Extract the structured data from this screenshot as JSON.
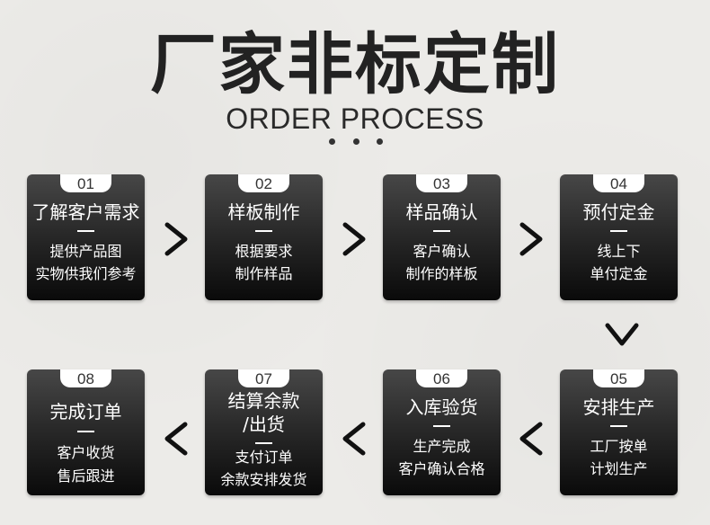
{
  "header": {
    "title": "厂家非标定制",
    "subtitle": "ORDER PROCESS"
  },
  "steps": [
    {
      "num": "01",
      "title": "了解客户需求",
      "desc1": "提供产品图",
      "desc2": "实物供我们参考"
    },
    {
      "num": "02",
      "title": "样板制作",
      "desc1": "根据要求",
      "desc2": "制作样品"
    },
    {
      "num": "03",
      "title": "样品确认",
      "desc1": "客户确认",
      "desc2": "制作的样板"
    },
    {
      "num": "04",
      "title": "预付定金",
      "desc1": "线上下",
      "desc2": "单付定金"
    },
    {
      "num": "05",
      "title": "安排生产",
      "desc1": "工厂按单",
      "desc2": "计划生产"
    },
    {
      "num": "06",
      "title": "入库验货",
      "desc1": "生产完成",
      "desc2": "客户确认合格"
    },
    {
      "num": "07",
      "title_line1": "结算余款",
      "title_line2": "/出货",
      "desc1": "支付订单",
      "desc2": "余款安排发货"
    },
    {
      "num": "08",
      "title": "完成订单",
      "desc1": "客户收货",
      "desc2": "售后跟进"
    }
  ],
  "arrows": [
    "chevron-right-icon",
    "chevron-down-icon",
    "chevron-left-icon"
  ],
  "colors": {
    "background": "#ecebe8",
    "title": "#222222",
    "card_top": "#474747",
    "card_bottom": "#0a0a0a",
    "card_text": "#ffffff",
    "tab": "#ffffff"
  }
}
